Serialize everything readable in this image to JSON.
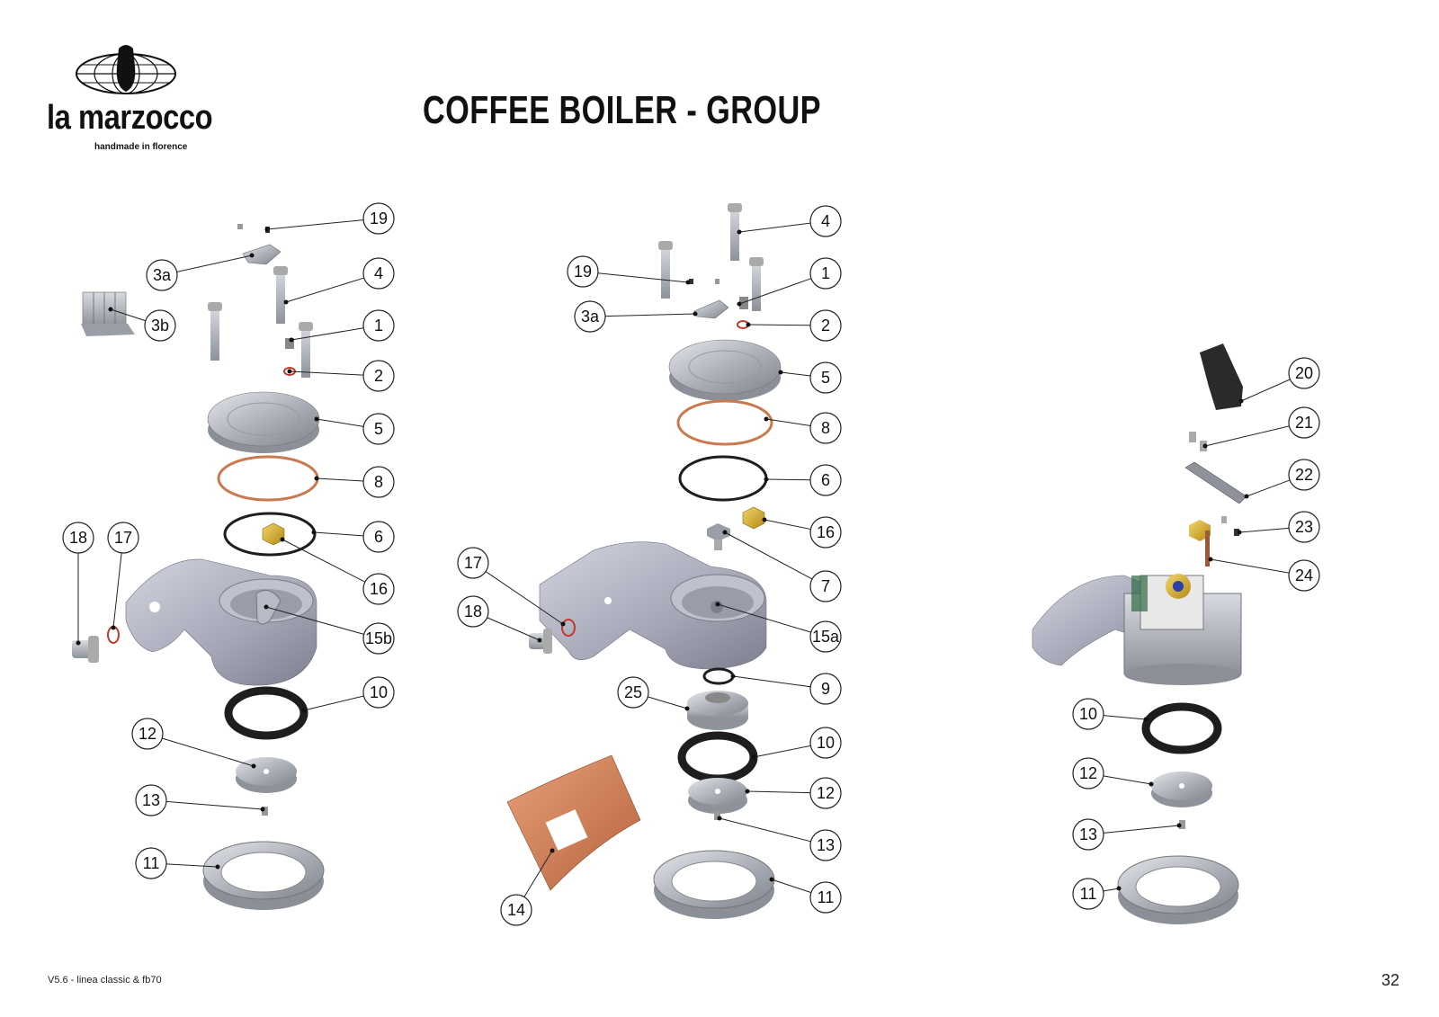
{
  "header": {
    "brand": "la marzocco",
    "tagline": "handmade in florence",
    "title": "COFFEE BOILER - GROUP"
  },
  "footer": {
    "version": "V5.6 - linea classic & fb70",
    "page_number": "32"
  },
  "callouts": {
    "left": [
      "19",
      "3a",
      "4",
      "3b",
      "1",
      "2",
      "5",
      "8",
      "18",
      "17",
      "6",
      "16",
      "15b",
      "10",
      "12",
      "13",
      "11"
    ],
    "center": [
      "4",
      "19",
      "1",
      "3a",
      "2",
      "5",
      "8",
      "6",
      "16",
      "7",
      "17",
      "18",
      "15a",
      "9",
      "25",
      "10",
      "12",
      "13",
      "11",
      "14"
    ],
    "right": [
      "20",
      "21",
      "22",
      "23",
      "24",
      "10",
      "12",
      "13",
      "11"
    ]
  },
  "colors": {
    "metal": "#b8bcc4",
    "copper": "#c9794e",
    "brass": "#d9b23a",
    "rubber": "#1e1e1e"
  }
}
